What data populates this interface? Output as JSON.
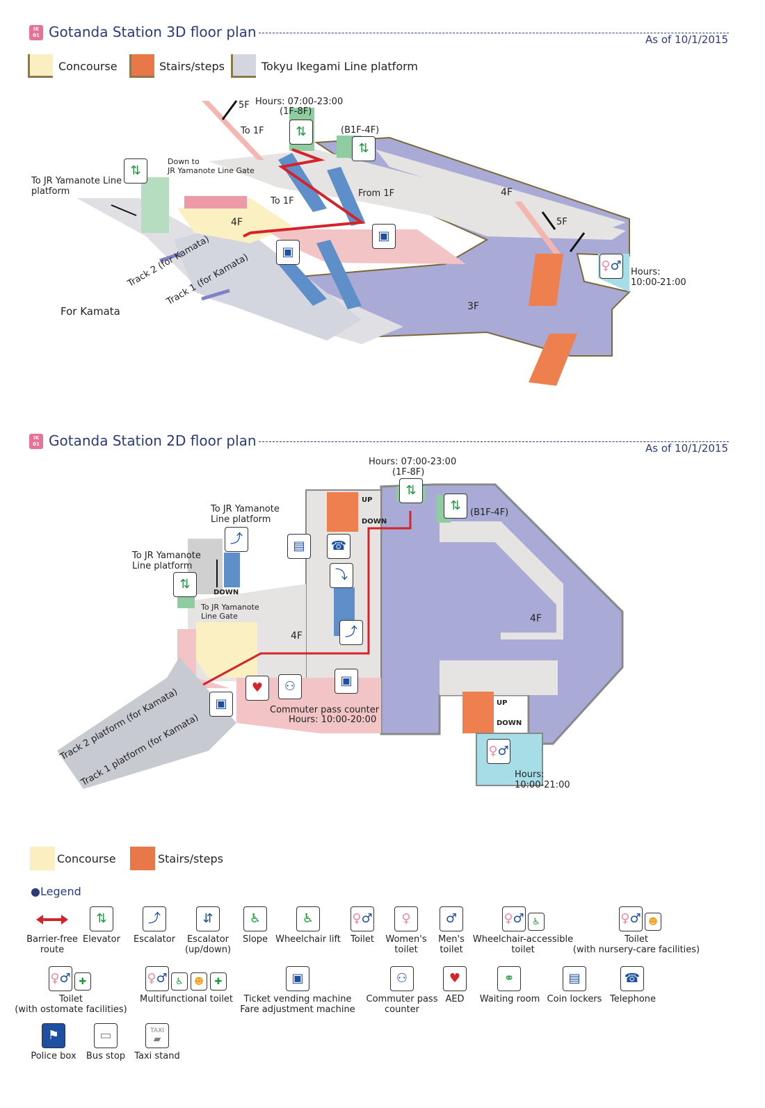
{
  "plan3d": {
    "badge": "IK 01",
    "title": "Gotanda Station 3D floor plan",
    "as_of": "As of 10/1/2015",
    "swatches": [
      {
        "label": "Concourse",
        "color": "#fbefc2"
      },
      {
        "label": "Stairs/steps",
        "color": "#e8784a"
      },
      {
        "label": "Tokyu Ikegami Line platform",
        "color": "#d3d6de"
      }
    ],
    "labels": {
      "hours_elevator": "Hours: 07:00-23:00",
      "floors_1f8f": "(1F-8F)",
      "floors_b1f4f": "(B1F-4F)",
      "up_5f": "5F",
      "to_1f_a": "To 1F",
      "to_1f_b": "To 1F",
      "from_1f": "From 1F",
      "down_to_gate_1": "Down to",
      "down_to_gate_2": "JR Yamanote Line Gate",
      "to_jr_1": "To JR Yamanote Line",
      "to_jr_2": "platform",
      "floor_4f_a": "4F",
      "floor_4f_b": "4F",
      "floor_5f": "5F",
      "floor_3f": "3F",
      "track2": "Track 2 (for Kamata)",
      "track1": "Track 1 (for Kamata)",
      "for_kamata": "For Kamata",
      "toilet_hours_1": "Hours:",
      "toilet_hours_2": "10:00-21:00"
    }
  },
  "plan2d": {
    "badge": "IK 01",
    "title": "Gotanda Station 2D floor plan",
    "as_of": "As of 10/1/2015",
    "labels": {
      "hours_elevator": "Hours: 07:00-23:00",
      "floors_1f8f": "(1F-8F)",
      "floors_b1f4f": "(B1F-4F)",
      "up_a": "UP",
      "down_a": "DOWN",
      "up_b": "UP",
      "down_b": "DOWN",
      "down_c": "DOWN",
      "to_jr_esc_1": "To JR Yamanote",
      "to_jr_esc_2": "Line platform",
      "to_jr_elev_1": "To JR Yamanote",
      "to_jr_elev_2": "Line platform",
      "to_gate_1": "To JR Yamanote",
      "to_gate_2": "Line Gate",
      "floor_4f_a": "4F",
      "floor_4f_b": "4F",
      "commuter_1": "Commuter pass counter",
      "commuter_2": "Hours: 10:00-20:00",
      "track2": "Track 2 platform (for Kamata)",
      "track1": "Track 1 platform (for Kamata)",
      "toilet_hours_1": "Hours:",
      "toilet_hours_2": "10:00-21:00"
    },
    "swatches": [
      {
        "label": "Concourse",
        "color": "#fbefc2"
      },
      {
        "label": "Stairs/steps",
        "color": "#e8784a"
      }
    ]
  },
  "legend": {
    "heading": "Legend",
    "items": [
      {
        "icon": "barrier-free-route-icon",
        "label": "Barrier-free route"
      },
      {
        "icon": "elevator-icon",
        "label": "Elevator"
      },
      {
        "icon": "escalator-icon",
        "label": "Escalator"
      },
      {
        "icon": "escalator-up-down-icon",
        "label": "Escalator (up/down)"
      },
      {
        "icon": "slope-icon",
        "label": "Slope"
      },
      {
        "icon": "wheelchair-lift-icon",
        "label": "Wheelchair lift"
      },
      {
        "icon": "toilet-icon",
        "label": "Toilet"
      },
      {
        "icon": "womens-toilet-icon",
        "label": "Women's toilet"
      },
      {
        "icon": "mens-toilet-icon",
        "label": "Men's toilet"
      },
      {
        "icon": "wheelchair-toilet-icon",
        "label": "Wheelchair-accessible toilet"
      },
      {
        "icon": "nursery-toilet-icon",
        "label": "Toilet (with nursery-care facilities)"
      },
      {
        "icon": "ostomate-toilet-icon",
        "label": "Toilet (with ostomate facilities)"
      },
      {
        "icon": "multifunctional-toilet-icon",
        "label": "Multifunctional toilet"
      },
      {
        "icon": "ticket-machine-icon",
        "label": "Ticket vending machine Fare adjustment machine"
      },
      {
        "icon": "commuter-pass-counter-icon",
        "label": "Commuter pass counter"
      },
      {
        "icon": "aed-icon",
        "label": "AED"
      },
      {
        "icon": "waiting-room-icon",
        "label": "Waiting room"
      },
      {
        "icon": "coin-lockers-icon",
        "label": "Coin lockers"
      },
      {
        "icon": "telephone-icon",
        "label": "Telephone"
      },
      {
        "icon": "police-box-icon",
        "label": "Police box"
      },
      {
        "icon": "bus-stop-icon",
        "label": "Bus stop"
      },
      {
        "icon": "taxi-stand-icon",
        "label": "Taxi stand"
      }
    ],
    "label_lines": {
      "barrier_1": "Barrier-free",
      "barrier_2": "route",
      "esc_ud_1": "Escalator",
      "esc_ud_2": "(up/down)",
      "women_1": "Women's",
      "women_2": "toilet",
      "men_1": "Men's",
      "men_2": "toilet",
      "wc_1": "Wheelchair-accessible",
      "wc_2": "toilet",
      "nursery_1": "Toilet",
      "nursery_2": "(with nursery-care facilities)",
      "ostomate_1": "Toilet",
      "ostomate_2": "(with ostomate facilities)",
      "ticket_1": "Ticket vending machine",
      "ticket_2": "Fare adjustment machine",
      "commuter_1": "Commuter pass",
      "commuter_2": "counter"
    }
  },
  "colors": {
    "platform_3f": "#a9abd6",
    "concourse_gray": "#e6e4e2",
    "concourse_pink": "#f2c4c6",
    "elevator_green": "#8fcca0",
    "escalator_blue": "#5e8fc8",
    "route_red": "#d4232a",
    "toilet_cyan": "#a6dde6",
    "title_navy": "#2c3a78"
  }
}
